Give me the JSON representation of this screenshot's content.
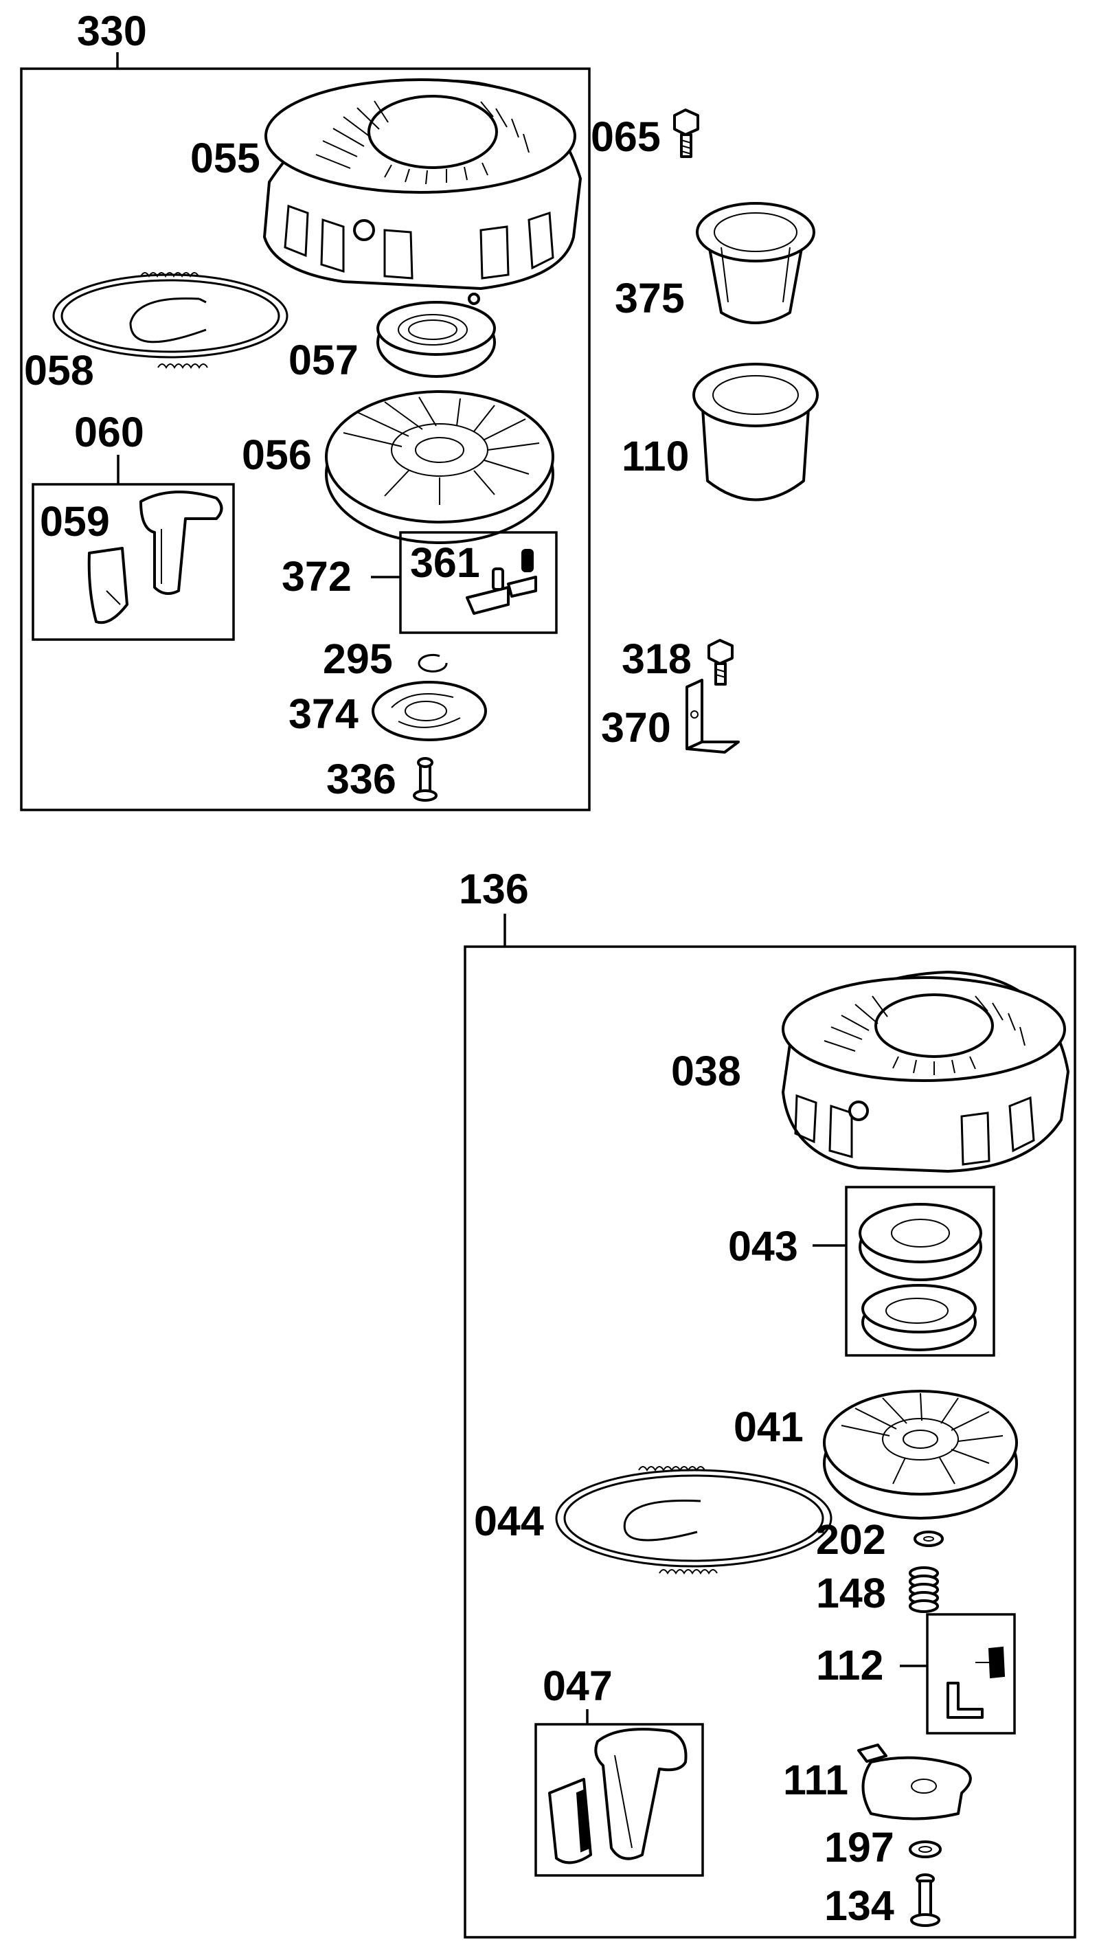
{
  "kit_330": {
    "number": "330",
    "parts": {
      "housing": "055",
      "rope": "058",
      "spring": "057",
      "pulley": "056",
      "handle_assembly": "060",
      "handle_insert": "059",
      "pawl_kit": "372",
      "pawl": "361",
      "retainer_clip": "295",
      "retainer": "374",
      "screw": "336"
    }
  },
  "loose_parts": {
    "screw_top": "065",
    "cup_1": "375",
    "cup_2": "110",
    "screw_bracket": "318",
    "bracket": "370"
  },
  "kit_136": {
    "number": "136",
    "parts": {
      "housing": "038",
      "spring_kit": "043",
      "pulley": "041",
      "rope": "044",
      "washer": "202",
      "spring": "148",
      "pawl_kit": "112",
      "handle_kit": "047",
      "retainer": "111",
      "washer_small": "197",
      "screw": "134"
    }
  }
}
